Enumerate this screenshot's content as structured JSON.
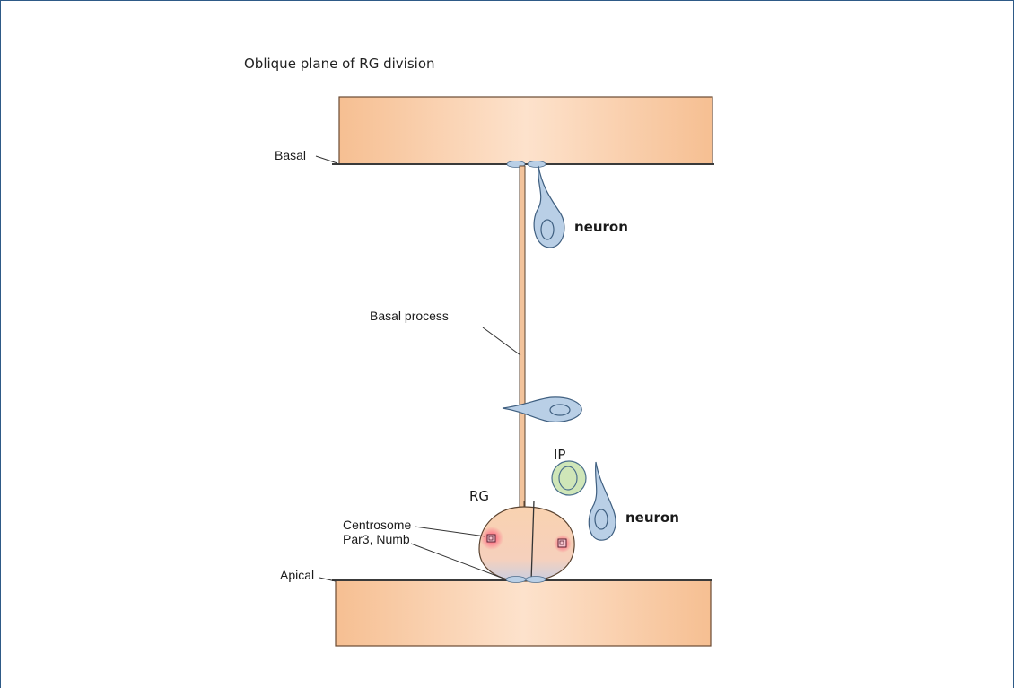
{
  "title": "Oblique plane of RG division",
  "labels": {
    "basal": "Basal",
    "apical": "Apical",
    "basal_process": "Basal process",
    "neuron_top": "neuron",
    "neuron_bottom": "neuron",
    "ip": "IP",
    "rg": "RG",
    "centrosome": "Centrosome",
    "par3_numb": "Par3, Numb"
  },
  "colors": {
    "slab_fill": "#f9c9a0",
    "neuron_fill": "#b9cfe6",
    "ip_fill": "#cfe6b8",
    "rg_fill": "#f8d3b4",
    "centrosome": "#e5486a",
    "frame": "#2e5a87"
  }
}
